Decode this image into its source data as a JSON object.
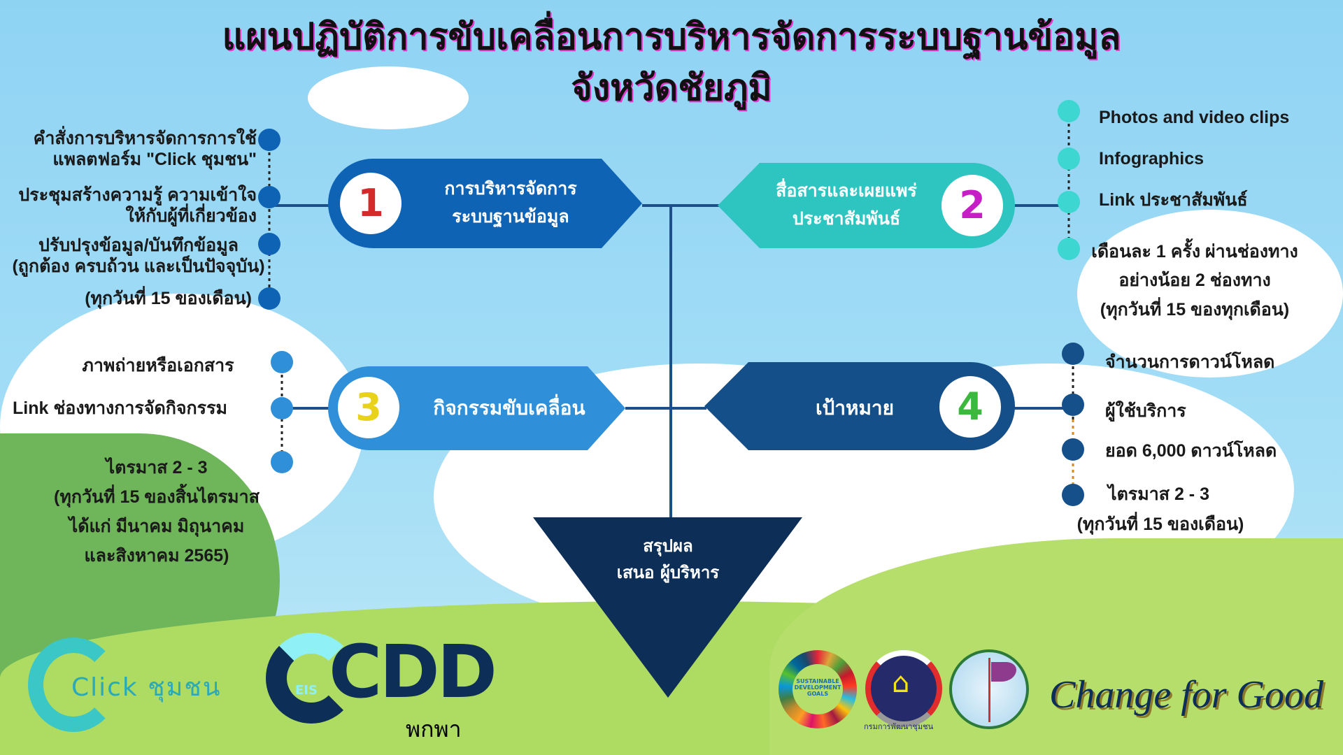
{
  "title": {
    "line1": "แผนปฏิบัติการขับเคลื่อนการบริหารจัดการระบบฐานข้อมูล",
    "line2": "จังหวัดชัยภูมิ"
  },
  "colors": {
    "step1": "#0f63b5",
    "step2": "#2ec4c0",
    "step3": "#2f8fd8",
    "step4": "#154f8a",
    "summary": "#0d2f57",
    "num1": "#d42a2a",
    "num2": "#c51fc5",
    "num3": "#e8d21a",
    "num4": "#3cb83c"
  },
  "steps": [
    {
      "number": "1",
      "label_line1": "การบริหารจัดการ",
      "label_line2": "ระบบฐานข้อมูล",
      "items": [
        "คำสั่งการบริหารจัดการการใช้",
        "แพลตฟอร์ม \"Click ชุมชน\"",
        "ประชุมสร้างความรู้ ความเข้าใจ",
        "ให้กับผู้ที่เกี่ยวข้อง",
        "ปรับปรุงข้อมูล/บันทึกข้อมูล",
        "(ถูกต้อง ครบถ้วน และเป็นปัจจุบัน)",
        "(ทุกวันที่ 15 ของเดือน)"
      ]
    },
    {
      "number": "2",
      "label_line1": "สื่อสารและเผยแพร่",
      "label_line2": "ประชาสัมพันธ์",
      "items": [
        "Photos and video clips",
        "Infographics",
        "Link ประชาสัมพันธ์",
        "เดือนละ 1 ครั้ง ผ่านช่องทาง",
        "อย่างน้อย 2 ช่องทาง",
        "(ทุกวันที่ 15 ของทุกเดือน)"
      ]
    },
    {
      "number": "3",
      "label_line1": "กิจกรรมขับเคลื่อน",
      "items": [
        "ภาพถ่ายหรือเอกสาร",
        "Link ช่องทางการจัดกิจกรรม",
        "ไตรมาส 2 - 3",
        "(ทุกวันที่ 15 ของสิ้นไตรมาส",
        "ได้แก่ มีนาคม มิถุนาคม",
        "และสิงหาคม 2565)"
      ]
    },
    {
      "number": "4",
      "label_line1": "เป้าหมาย",
      "items": [
        "จำนวนการดาวน์โหลด",
        "ผู้ใช้บริการ",
        "ยอด 6,000 ดาวน์โหลด",
        "ไตรมาส 2 - 3",
        "(ทุกวันที่ 15 ของเดือน)"
      ]
    }
  ],
  "summary": {
    "line1": "สรุปผล",
    "line2": "เสนอ ผู้บริหาร"
  },
  "logos": {
    "click": "Click ชุมชน",
    "cdd": "CDD",
    "cdd_sub": "พกพา",
    "eis": "EIS",
    "sdg": "SUSTAINABLE DEVELOPMENT GOALS",
    "dept": "กรมการพัฒนาชุมชน",
    "slogan": "Change for Good"
  }
}
